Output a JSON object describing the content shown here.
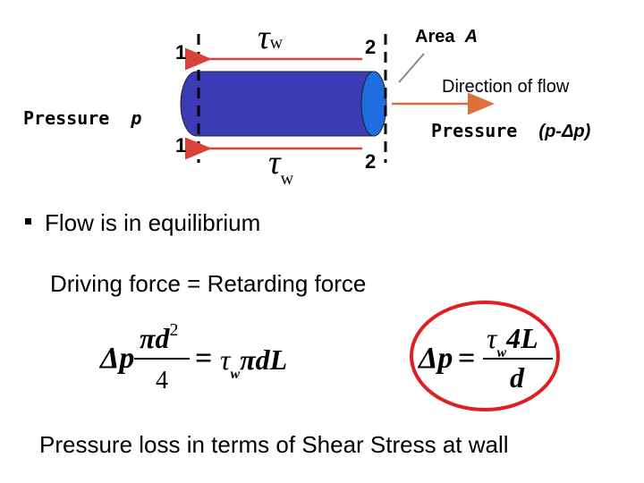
{
  "diagram": {
    "section1_top": "1",
    "section1_bottom": "1",
    "section2_top": "2",
    "section2_bottom": "2",
    "tau_symbol": "τ",
    "tau_subscript": "w",
    "area_label": "Area",
    "area_symbol": "A",
    "flow_direction_label": "Direction of flow",
    "pressure_left_label": "Pressure",
    "pressure_left_symbol": "p",
    "pressure_right_label": "Pressure",
    "pressure_right_symbol": "(p-Δp)"
  },
  "text": {
    "bullet_line": "Flow is in equilibrium",
    "force_balance": "Driving force = Retarding force",
    "caption": "Pressure loss in terms of Shear Stress at wall"
  },
  "equation1": {
    "lhs": "Δp",
    "numerator": "πd",
    "exponent": "2",
    "denominator": "4",
    "equals": "=",
    "rhs_tau": "τ",
    "rhs_sub": "w",
    "rhs_rest": "πdL"
  },
  "equation2": {
    "lhs": "Δp",
    "equals": "=",
    "num_tau": "τ",
    "num_sub": "w",
    "num_rest": "4L",
    "denominator": "d"
  },
  "colors": {
    "pipe_body": "#3b3bb5",
    "pipe_cap": "#1e6ce0",
    "arrow": "#d9413b",
    "highlight_ring": "#e02020"
  }
}
